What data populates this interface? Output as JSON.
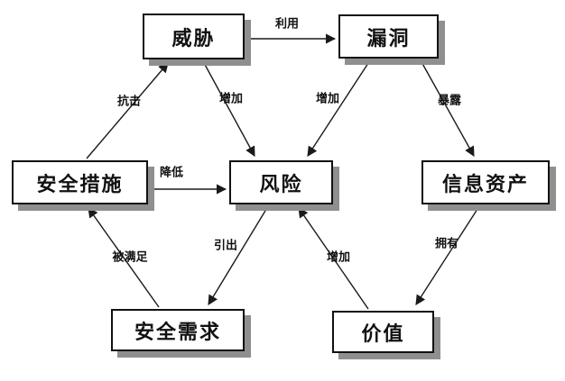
{
  "diagram": {
    "title": "risk-relationship-diagram",
    "nodes": {
      "threat": "威胁",
      "vulnerability": "漏洞",
      "security_measures": "安全措施",
      "risk": "风险",
      "info_assets": "信息资产",
      "security_requirements": "安全需求",
      "value": "价值"
    },
    "edges": {
      "exploit": "利用",
      "resist": "抗击",
      "threat_increase": "增加",
      "vuln_increase": "增加",
      "expose": "暴露",
      "reduce": "降低",
      "lead_to": "引出",
      "be_satisfied": "被满足",
      "value_increase": "增加",
      "own": "拥有"
    },
    "relations": [
      {
        "from": "威胁",
        "label": "利用",
        "to": "漏洞"
      },
      {
        "from": "安全措施",
        "label": "抗击",
        "to": "威胁"
      },
      {
        "from": "威胁",
        "label": "增加",
        "to": "风险"
      },
      {
        "from": "漏洞",
        "label": "增加",
        "to": "风险"
      },
      {
        "from": "漏洞",
        "label": "暴露",
        "to": "信息资产"
      },
      {
        "from": "安全措施",
        "label": "降低",
        "to": "风险"
      },
      {
        "from": "风险",
        "label": "引出",
        "to": "安全需求"
      },
      {
        "from": "安全需求",
        "label": "被满足",
        "to": "安全措施"
      },
      {
        "from": "价值",
        "label": "增加",
        "to": "风险"
      },
      {
        "from": "信息资产",
        "label": "拥有",
        "to": "价值"
      }
    ],
    "colors": {
      "background": "#ffffff",
      "box_fill": "#ffffff",
      "box_border": "#111111",
      "box_shadow": "#8f8f8f",
      "line": "#1a1a1a",
      "text": "#111111"
    }
  }
}
